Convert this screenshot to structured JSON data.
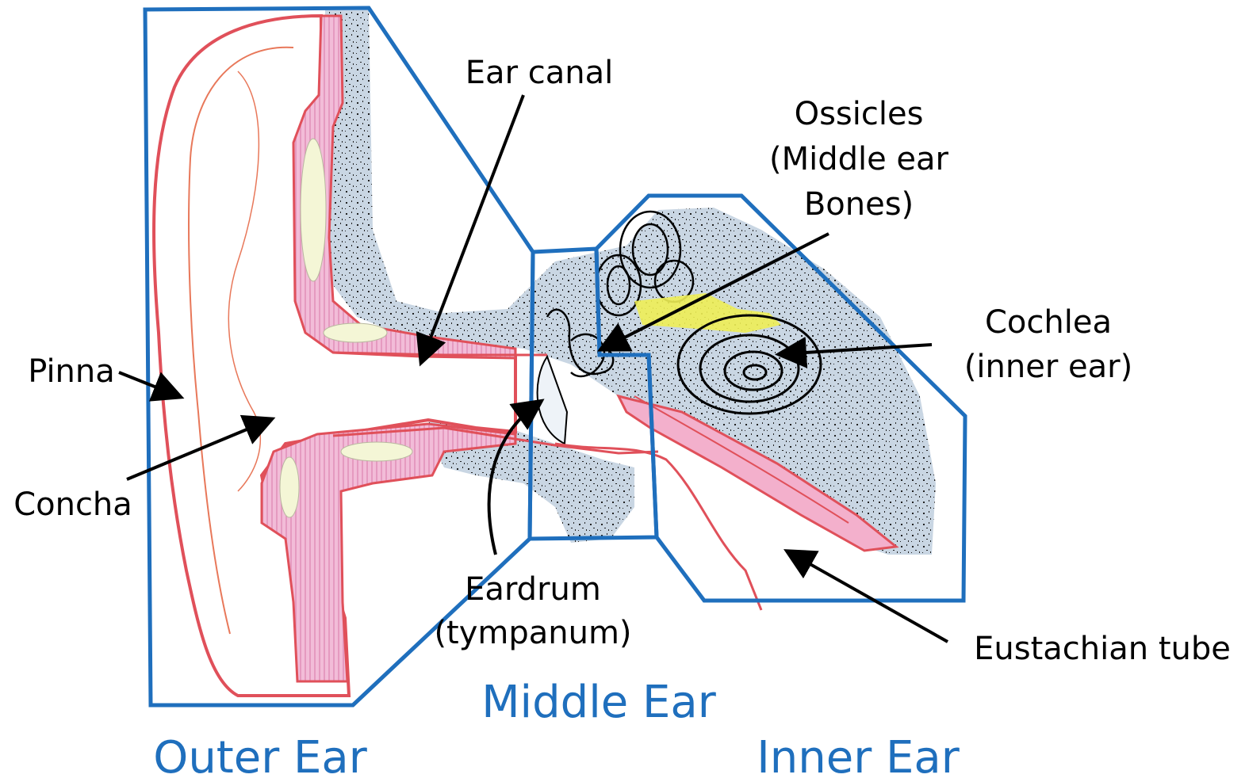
{
  "labels": {
    "ear_canal": "Ear canal",
    "ossicles_1": "Ossicles",
    "ossicles_2": "(Middle ear",
    "ossicles_3": "Bones)",
    "cochlea_1": "Cochlea",
    "cochlea_2": "(inner ear)",
    "pinna": "Pinna",
    "concha": "Concha",
    "eardrum_1": "Eardrum",
    "eardrum_2": "(tympanum)",
    "eustachian": "Eustachian tube"
  },
  "regions": {
    "outer": "Outer Ear",
    "middle": "Middle Ear",
    "inner": "Inner Ear"
  },
  "colors": {
    "region_outline": "#1f6fbd",
    "region_text": "#1f6fbd",
    "skin_outline": "#e0505a",
    "cartilage": "#f2b8d6",
    "bone_fill": "#c9d6e3",
    "ossicle_yellow": "#eeee55"
  }
}
